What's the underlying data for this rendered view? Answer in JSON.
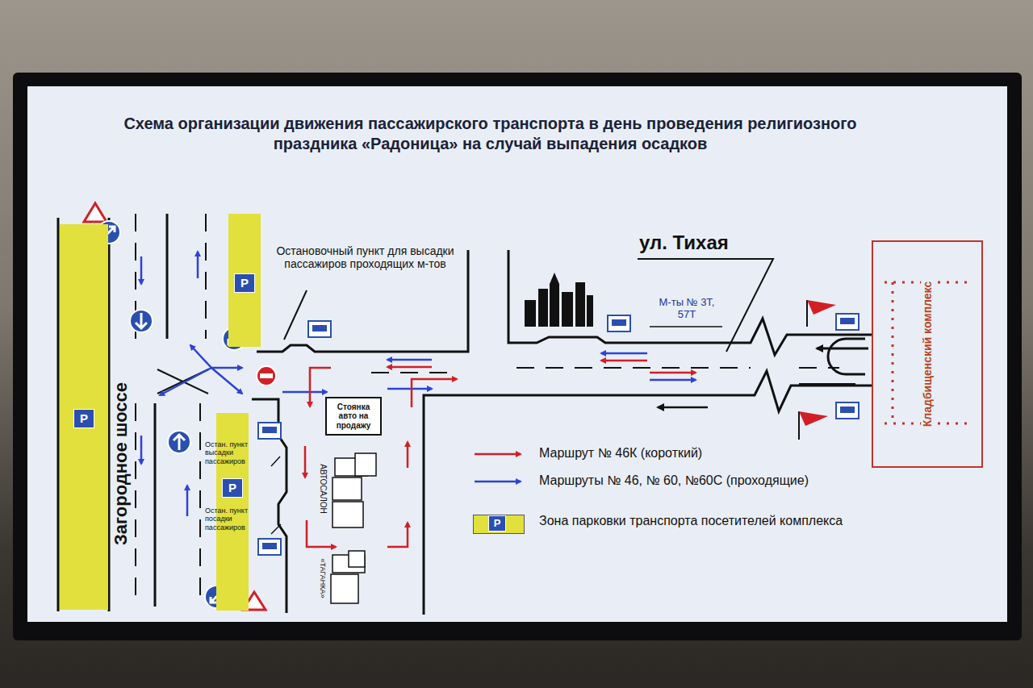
{
  "diagram": {
    "title": "Схема организации движения пассажирского транспорта в день проведения религиозного праздника «Радоница» на случай выпадения осадков",
    "nodes": [
      {
        "text": [
          "P"
        ]
      },
      {
        "text": [
          "P"
        ]
      },
      {
        "text": [
          "P"
        ]
      },
      {
        "text": [
          "Стоянка авто на продажу"
        ]
      },
      {
        "text": [
          "Кладбищенский комплекс"
        ]
      }
    ],
    "labels": [
      "Остановочный пункт для высадки пассажиров проходящих м-тов",
      "ул. Тихая",
      "М-ты № 3Т, 57Т",
      "Загородное шоссе",
      "Остан. пункт высадки пассажиров",
      "Остан. пункт посадки пассажиров",
      "АВТОСАЛОН",
      "«ТАГАНКА»",
      "P"
    ],
    "legend": [
      {
        "text": "Маршрут № 46К (короткий)"
      },
      {
        "text": "Маршруты № 46, № 60, №60С (проходящие)"
      },
      {
        "text": "Зона парковки транспорта посетителей комплекса",
        "color": "#e2e03c"
      }
    ]
  }
}
